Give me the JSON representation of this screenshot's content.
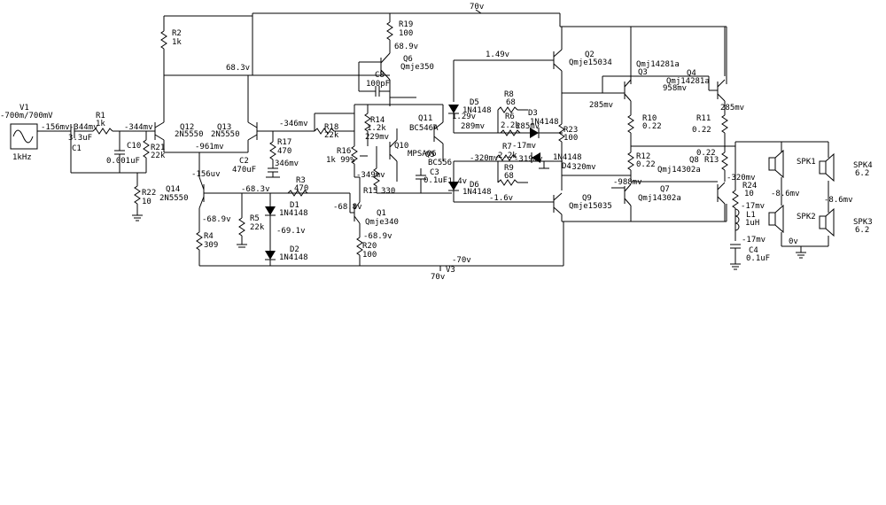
{
  "rails": {
    "top_label": "70v",
    "bottom_label": "-70v",
    "v3_name": "V3",
    "v3_value": "70v"
  },
  "source": {
    "name": "V1",
    "amplitude": "-700m/700mV",
    "frequency": "1kHz"
  },
  "components": {
    "R1": {
      "name": "R1",
      "value": "1k"
    },
    "R2": {
      "name": "R2",
      "value": "1k"
    },
    "R3": {
      "name": "R3",
      "value": "470"
    },
    "R4": {
      "name": "R4",
      "value": "309"
    },
    "R5": {
      "name": "R5",
      "value": "22k"
    },
    "R6": {
      "name": "R6",
      "value": "2.2k"
    },
    "R7": {
      "name": "R7",
      "value": "2.2k"
    },
    "R8": {
      "name": "R8",
      "value": "68"
    },
    "R9": {
      "name": "R9",
      "value": "68"
    },
    "R10": {
      "name": "R10",
      "value": "0.22"
    },
    "R11": {
      "name": "R11",
      "value": "0.22"
    },
    "R12": {
      "name": "R12",
      "value": "0.22"
    },
    "R13": {
      "name": "R13",
      "value": "0.22"
    },
    "R14": {
      "name": "R14",
      "value": "1.2k"
    },
    "R15": {
      "name": "R15",
      "value": "330"
    },
    "R16": {
      "name": "R16",
      "value": "1k 99%"
    },
    "R17": {
      "name": "R17",
      "value": "470"
    },
    "R18": {
      "name": "R18",
      "value": "22k"
    },
    "R19": {
      "name": "R19",
      "value": "100"
    },
    "R20": {
      "name": "R20",
      "value": "100"
    },
    "R21": {
      "name": "R21",
      "value": "22k"
    },
    "R22": {
      "name": "R22",
      "value": "10"
    },
    "R23": {
      "name": "R23",
      "value": "100"
    },
    "R24": {
      "name": "R24",
      "value": "10"
    },
    "C1": {
      "name": "C1",
      "value": "3.3uF"
    },
    "C2": {
      "name": "C2",
      "value": "470uF"
    },
    "C3": {
      "name": "C3",
      "value": "0.1uF"
    },
    "C4": {
      "name": "C4",
      "value": "0.1uF"
    },
    "C8": {
      "name": "C8",
      "value": "100pF"
    },
    "C10": {
      "name": "C10",
      "value": "0.001uF"
    },
    "L1": {
      "name": "L1",
      "value": "1uH"
    },
    "D1": {
      "name": "D1",
      "value": "1N4148"
    },
    "D2": {
      "name": "D2",
      "value": "1N4148"
    },
    "D3": {
      "name": "D3",
      "value": "1N4148"
    },
    "D4": {
      "name": "D4",
      "value": "1N4148"
    },
    "D5": {
      "name": "D5",
      "value": "1N4148"
    },
    "D6": {
      "name": "D6",
      "value": "1N4148"
    },
    "Q1": {
      "name": "Q1",
      "value": "Qmje340"
    },
    "Q2": {
      "name": "Q2",
      "value": "Qmje15034"
    },
    "Q3": {
      "name": "Q3",
      "value": "Qmj14281a"
    },
    "Q4": {
      "name": "Q4",
      "value": "Qmj14281a"
    },
    "Q6": {
      "name": "Q6",
      "value": "Qmje350"
    },
    "Q7": {
      "name": "Q7",
      "value": "Qmj14302a"
    },
    "Q8": {
      "name": "Q8",
      "value": "Qmj14302a"
    },
    "Q9": {
      "name": "Q9",
      "value": "Qmje15035"
    },
    "Q10": {
      "name": "Q10",
      "value": "MPSA06"
    },
    "Q11": {
      "name": "Q11",
      "value": "BC546A"
    },
    "Q12": {
      "name": "Q12",
      "value": "2N5550"
    },
    "Q13": {
      "name": "Q13",
      "value": "2N5550"
    },
    "Q14": {
      "name": "Q14",
      "value": "2N5550"
    },
    "Q5": {
      "name": "Q5",
      "value": "BC556"
    },
    "SPK1": {
      "name": "SPK1",
      "value": ""
    },
    "SPK2": {
      "name": "SPK2",
      "value": ""
    },
    "SPK3": {
      "name": "SPK3",
      "value": "6.2"
    },
    "SPK4": {
      "name": "SPK4",
      "value": "6.2"
    }
  },
  "probes": {
    "p_156": "-156mv",
    "p_344a": "-344mv",
    "p_344b": "-344mv",
    "p_961": "-961mv",
    "p_156b": "-156uv",
    "p_683top": "68.3v",
    "p_689q6": "68.9v",
    "p_346": "-346mv",
    "p_346b": "346mv",
    "p_149": "1.49v",
    "p_129": "1.29v",
    "p_289": "289mv",
    "p_285": "285mv",
    "p_286": "285mv",
    "p_285b": "285mv",
    "p_229": "229mv",
    "p_17": "-17mv",
    "p_349": "-349mv",
    "p_320a": "-320mv",
    "p_320b": "-320mv",
    "p_320c": "-320mv",
    "p_319": "-319mv",
    "p_14": "-1.4v",
    "p_16": "-1.6v",
    "p_988": "-988mv",
    "p_958": "958mv",
    "p_683b": "-68.3v",
    "p_689": "-68.9v",
    "p_691": "-69.1v",
    "p_68": "-68.8v",
    "p_689c": "-68.9v",
    "p_86a": "-8.6mv",
    "p_86b": "-8.6mv",
    "p_17b": "-17mv",
    "p_17c": "-17mv",
    "p_0v": "0v"
  }
}
